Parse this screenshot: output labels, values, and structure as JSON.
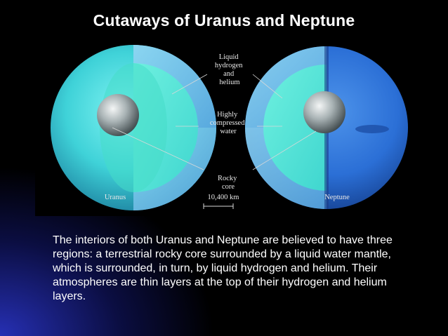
{
  "slide": {
    "title": "Cutaways of Uranus and Neptune"
  },
  "figure": {
    "planets": [
      {
        "name": "Uranus",
        "color": "#2fd0d5"
      },
      {
        "name": "Neptune",
        "color": "#2b6fd6"
      }
    ],
    "callouts": {
      "outer_layer": [
        "Liquid",
        "hydrogen",
        "and",
        "helium"
      ],
      "mantle": [
        "Highly",
        "compressed",
        "water"
      ],
      "core": [
        "Rocky",
        "core"
      ]
    },
    "scale_bar": {
      "label": "10,400 km"
    }
  },
  "caption": "The interiors of both Uranus and Neptune are believed to have three regions: a terrestrial rocky core surrounded by a liquid water mantle, which is surrounded, in turn, by liquid hydrogen and helium. Their atmospheres are thin layers at the top of their hydrogen and helium layers."
}
